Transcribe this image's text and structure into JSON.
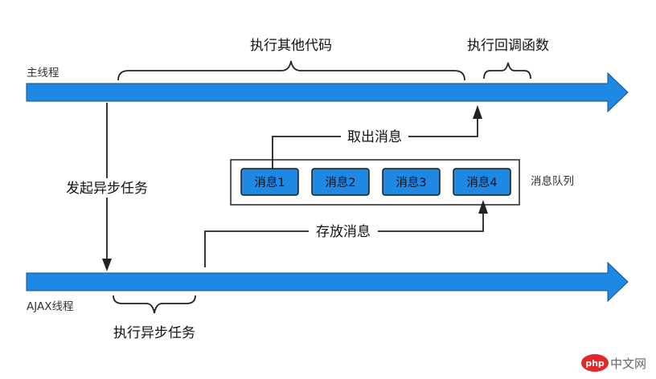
{
  "main_thread": {
    "label": "主线程",
    "brace_other_code": "执行其他代码",
    "brace_callback": "执行回调函数"
  },
  "ajax_thread": {
    "label": "AJAX线程",
    "brace_async_task": "执行异步任务"
  },
  "arrows": {
    "start_async": "发起异步任务",
    "take_message": "取出消息",
    "store_message": "存放消息"
  },
  "queue": {
    "label": "消息队列",
    "messages": [
      "消息1",
      "消息2",
      "消息3",
      "消息4"
    ]
  },
  "watermark": {
    "text": "中文网",
    "badge": "php"
  },
  "colors": {
    "arrow_fill": "#1E88E5",
    "message_fill": "#1E88E5",
    "line": "#222222",
    "watermark_badge": "#E3262A"
  }
}
